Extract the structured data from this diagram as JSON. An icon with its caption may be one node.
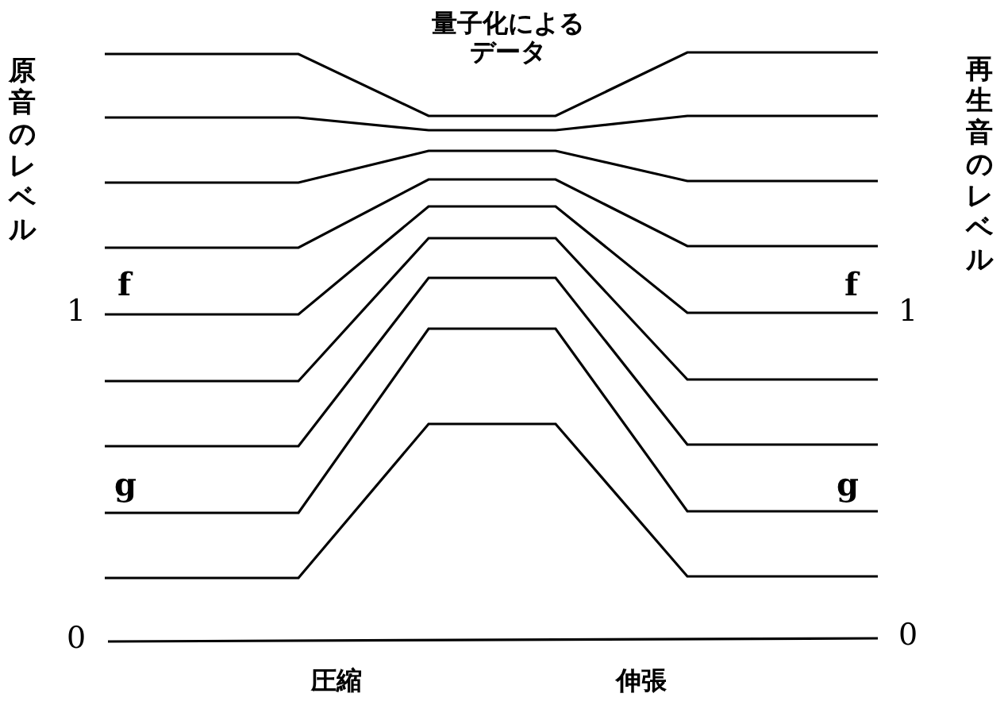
{
  "diagram": {
    "labels": [
      "量子化によるデータ",
      "原音のレベル",
      "再生音のレベル",
      "f",
      "f",
      "1",
      "1",
      "g",
      "g",
      "0",
      "0",
      "圧縮",
      "伸張"
    ]
  }
}
